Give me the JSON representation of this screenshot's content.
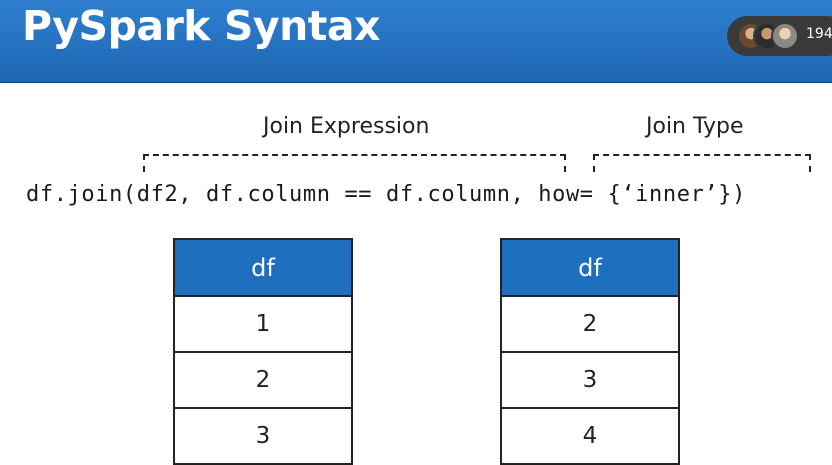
{
  "slide": {
    "title": "PySpark Syntax",
    "viewer_count": "194",
    "labels": {
      "join_expression": "Join Expression",
      "join_type": "Join Type"
    },
    "code_line": "df.join(df2, df.column == df.column, how= {‘inner’})"
  },
  "tables": {
    "left": {
      "header": "df",
      "rows": [
        "1",
        "2",
        "3"
      ]
    },
    "right": {
      "header": "df",
      "rows": [
        "2",
        "3",
        "4"
      ]
    }
  },
  "colors": {
    "banner": "#1f66b2",
    "table_header": "#1f6fbf"
  }
}
